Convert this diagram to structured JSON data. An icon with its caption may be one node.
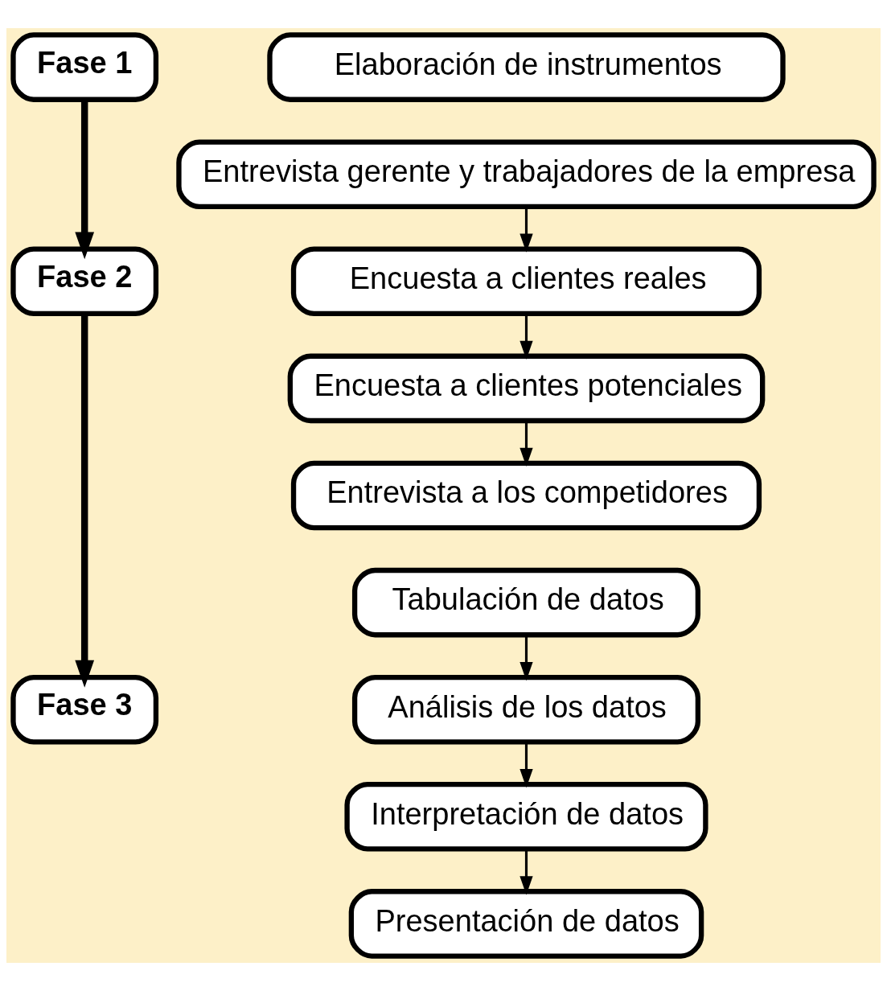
{
  "diagram": {
    "nodes": [
      {
        "text": [
          "Fase 1"
        ]
      },
      {
        "text": [
          "Elaboración de instrumentos"
        ]
      },
      {
        "text": [
          "Fase 2"
        ]
      },
      {
        "text": [
          "Entrevista gerente y trabajadores de la empresa"
        ]
      },
      {
        "text": [
          "Encuesta a clientes reales"
        ]
      },
      {
        "text": [
          "Encuesta a clientes potenciales"
        ]
      },
      {
        "text": [
          "Entrevista a los competidores"
        ]
      },
      {
        "text": [
          "Fase 3"
        ]
      },
      {
        "text": [
          "Tabulación de datos"
        ]
      },
      {
        "text": [
          "Análisis de los datos"
        ]
      },
      {
        "text": [
          "Interpretación de datos"
        ]
      },
      {
        "text": [
          "Presentación de datos"
        ]
      }
    ],
    "edges": [
      {
        "from": 0,
        "to": 2,
        "arrow": "to",
        "style": "thick"
      },
      {
        "from": 3,
        "to": 4,
        "arrow": "to"
      },
      {
        "from": 4,
        "to": 5,
        "arrow": "to"
      },
      {
        "from": 5,
        "to": 6,
        "arrow": "to"
      },
      {
        "from": 2,
        "to": 7,
        "arrow": "to",
        "style": "thick"
      },
      {
        "from": 8,
        "to": 9,
        "arrow": "to"
      },
      {
        "from": 9,
        "to": 10,
        "arrow": "to"
      },
      {
        "from": 10,
        "to": 11,
        "arrow": "to"
      }
    ]
  }
}
